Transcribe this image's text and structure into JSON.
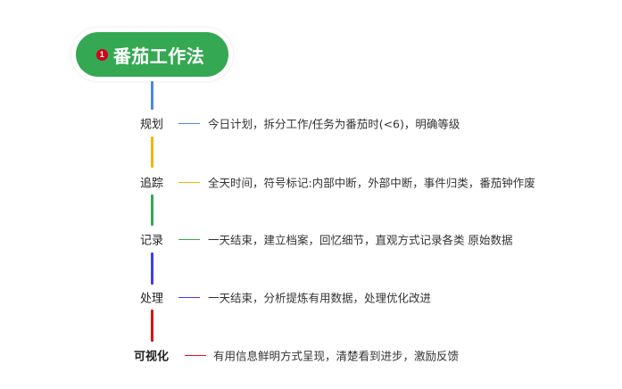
{
  "root": {
    "badge": "1",
    "title": "番茄工作法",
    "color": "#34a853",
    "badge_color": "#d0021b"
  },
  "branches": [
    {
      "label": "规划",
      "color": "#4a86e8",
      "description": "今日计划，拆分工作/任务为番茄时(<6)，明确等级"
    },
    {
      "label": "追踪",
      "color": "#f4b400",
      "description": "全天时间，符号标记:内部中断，外部中断，事件归类，番茄钟作废"
    },
    {
      "label": "记录",
      "color": "#34a853",
      "description": "一天结束，建立档案，回忆细节，直观方式记录各类 原始数据"
    },
    {
      "label": "处理",
      "color": "#3d3df5",
      "description": "一天结束，分析提炼有用数据，处理优化改进"
    },
    {
      "label": "可视化",
      "color": "#e01010",
      "description": "有用信息鲜明方式呈现，清楚看到进步，激励反馈"
    }
  ]
}
